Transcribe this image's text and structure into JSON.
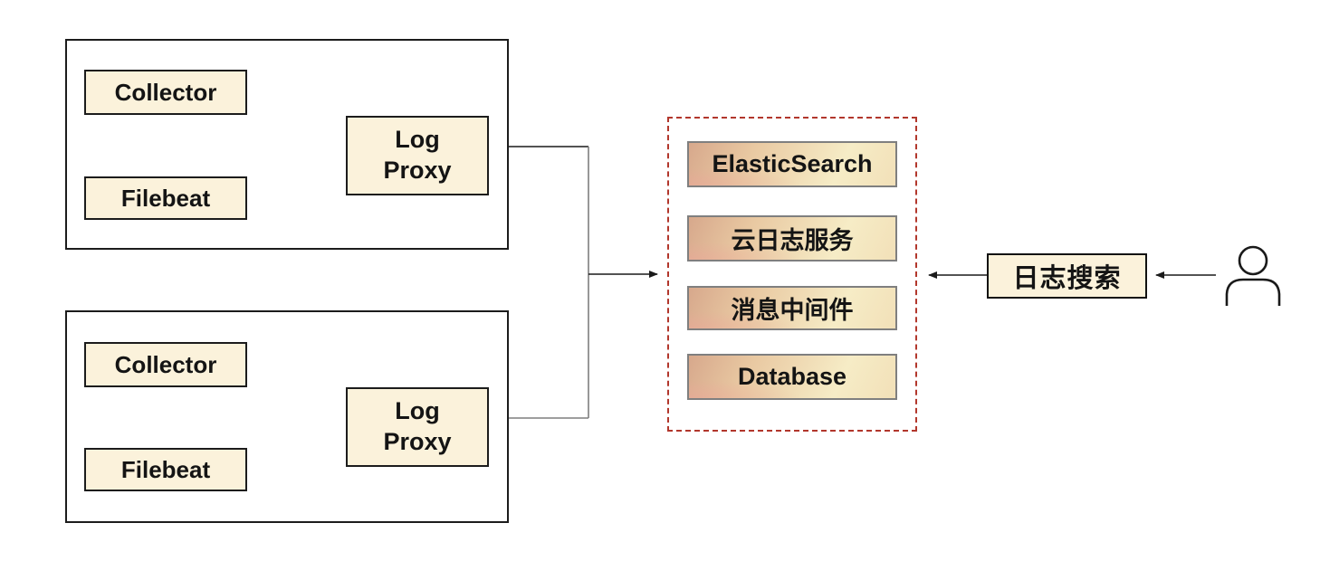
{
  "diagram": {
    "title": "log-collection-architecture",
    "group_top": {
      "collector": "Collector",
      "filebeat": "Filebeat",
      "log_proxy": "Log Proxy"
    },
    "group_bottom": {
      "collector": "Collector",
      "filebeat": "Filebeat",
      "log_proxy": "Log Proxy"
    },
    "storage": {
      "items": [
        "ElasticSearch",
        "云日志服务",
        "消息中间件",
        "Database"
      ]
    },
    "search_label": "日志搜索",
    "icons": {
      "user": "user-icon"
    },
    "colors": {
      "box_fill": "#fbf2db",
      "box_border": "#1c1c1c",
      "dashed_border": "#b2372c",
      "gradient_start": "#d7a88c",
      "gradient_end": "#f6ecc6",
      "line_black": "#1a1a1a",
      "line_gray": "#7f7f7f"
    }
  }
}
